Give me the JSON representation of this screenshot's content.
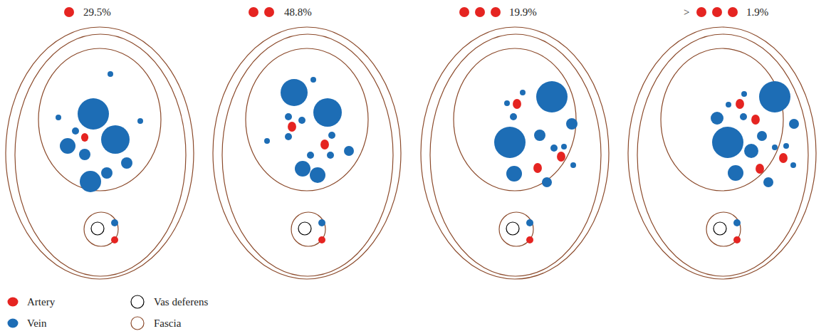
{
  "diagram": {
    "nodes": [
      {
        "text": [
          "29.5%"
        ]
      },
      {
        "text": [
          "48.8%"
        ]
      },
      {
        "text": [
          "19.9%"
        ]
      },
      {
        "text": [
          ">",
          "1.9%"
        ]
      }
    ],
    "legend": [
      {
        "text": "Artery",
        "color": "#e52421"
      },
      {
        "text": "Vein",
        "color": "#1d6db5"
      },
      {
        "text": "Vas deferens"
      },
      {
        "text": "Fascia"
      }
    ]
  }
}
